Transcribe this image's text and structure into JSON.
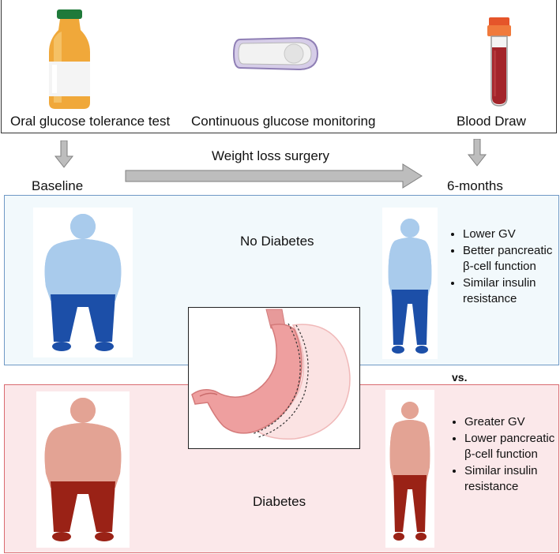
{
  "top_row": {
    "ogtt_label": "Oral glucose tolerance test",
    "cgm_label": "Continuous glucose monitoring",
    "blood_label": "Blood Draw"
  },
  "timeline": {
    "baseline_label": "Baseline",
    "surgery_label": "Weight loss surgery",
    "followup_label": "6-months"
  },
  "no_diabetes": {
    "title": "No Diabetes",
    "findings": [
      "Lower GV",
      "Better pancreatic β-cell function",
      "Similar insulin resistance"
    ]
  },
  "comparison": {
    "vs_label": "vs."
  },
  "diabetes": {
    "title": "Diabetes",
    "findings": [
      "Greater GV",
      "Lower pancreatic β-cell function",
      "Similar insulin resistance"
    ]
  },
  "colors": {
    "blue_shirt": "#a9cbec",
    "blue_pants": "#1f4fa8",
    "red_shirt": "#e3a394",
    "red_pants": "#9a2418",
    "panel_blue_border": "#6f99c5",
    "panel_red_border": "#d96b70"
  }
}
